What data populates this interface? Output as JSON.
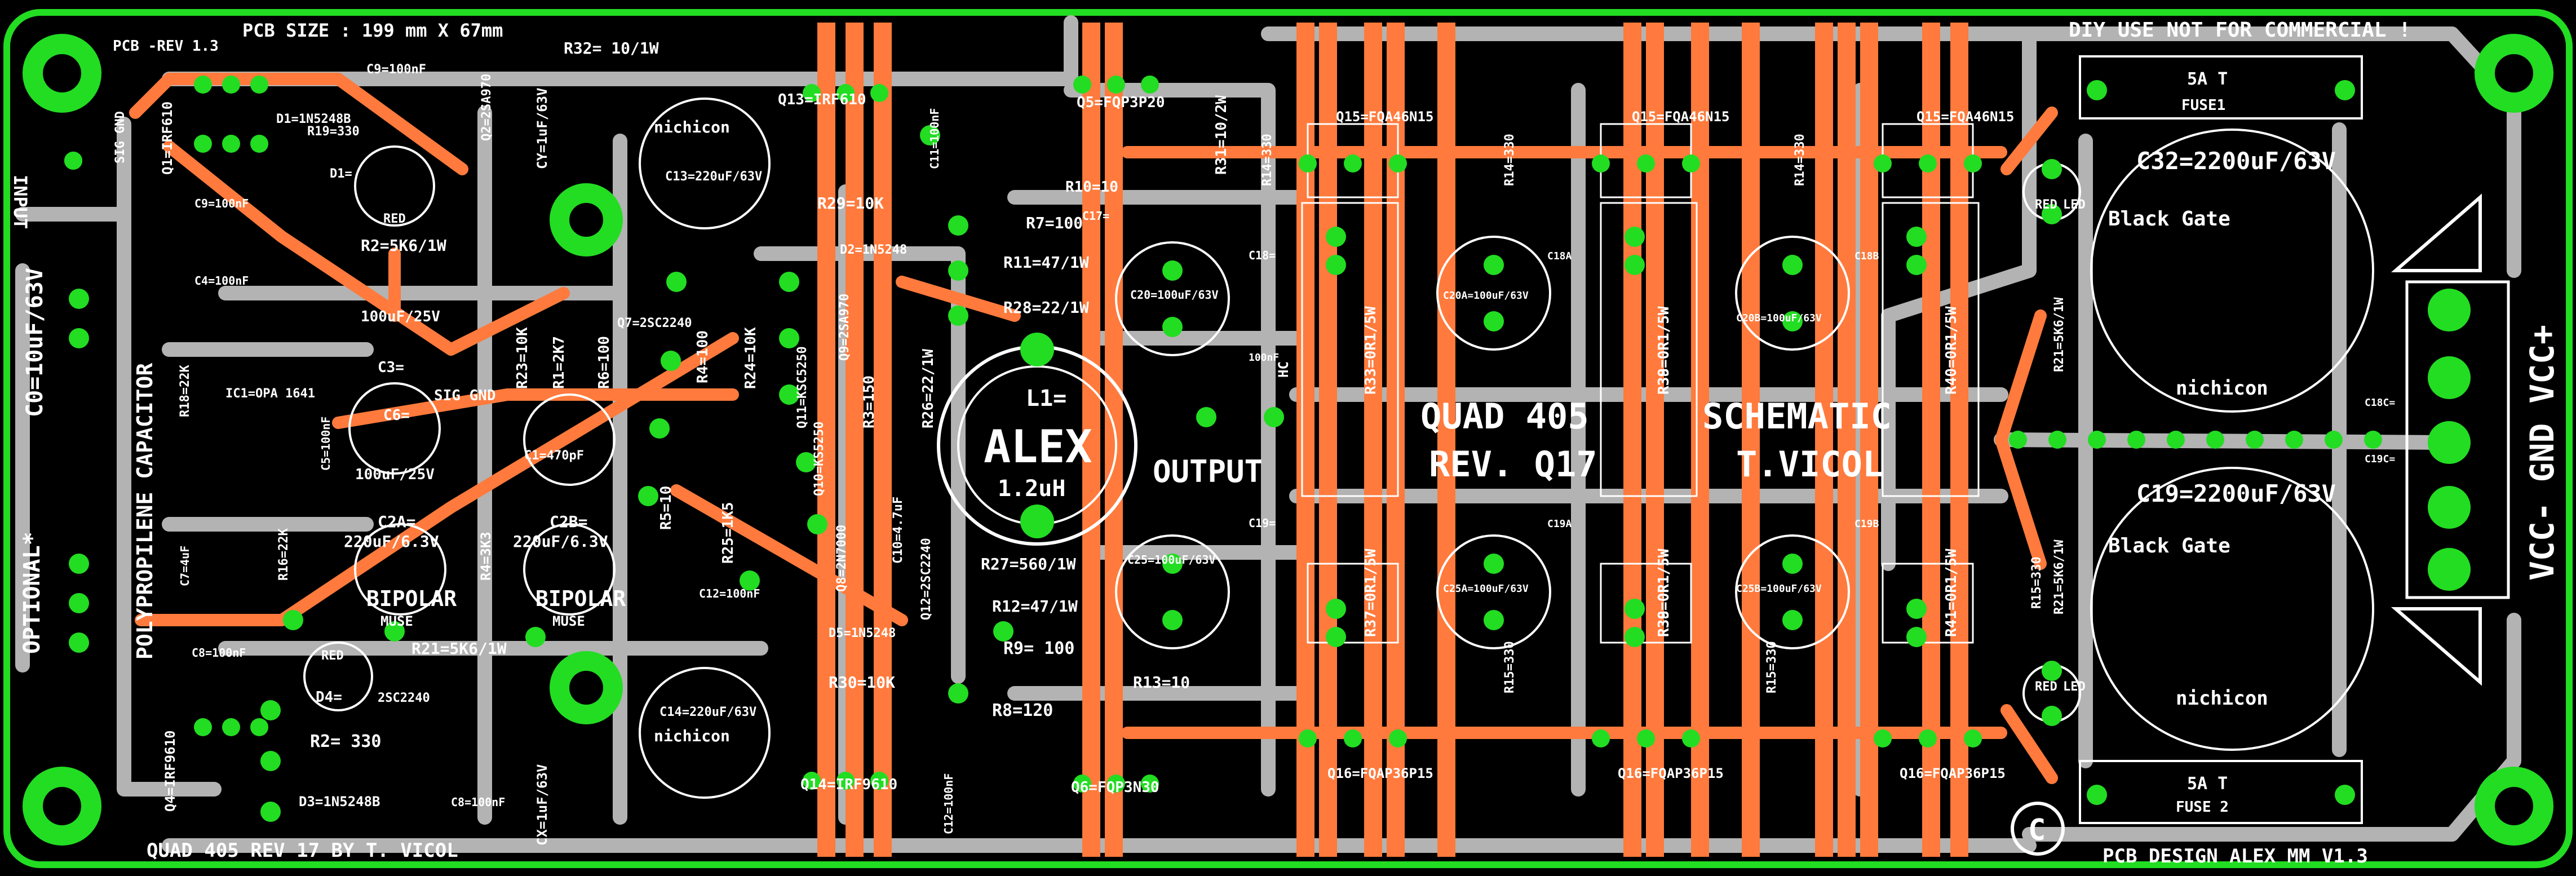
{
  "colors": {
    "background": "#000000",
    "outline": "#22dd22",
    "copper_bottom": "#b3b3b3",
    "copper_top": "#ff7a3c",
    "pad": "#22dd22",
    "silkscreen": "#ffffff"
  },
  "board": {
    "pcb_rev": "PCB -REV 1.3",
    "pcb_size": "PCB SIZE : 199 mm X 67mm",
    "disclaimer": "DIY USE NOT FOR COMMERCIAL !",
    "footer_left": "QUAD 405  REV 17 BY T. VICOL",
    "footer_right": "PCB DESIGN ALEX MM V1.3",
    "center_title_1": "QUAD 405",
    "center_title_2": "REV. Q17",
    "center_schematic_1": "SCHEMATIC",
    "center_schematic_2": "T.VICOL",
    "output_label": "OUTPUT",
    "inductor_label": "L1=",
    "inductor_value": "1.2uH",
    "logo_text": "ALEX",
    "copyright": "C",
    "power_label": "VCC- GND VCC+",
    "input_label": "INPUT",
    "input_pins": "SIG GND",
    "sig_gnd": "SIG GND",
    "optional": "OPTIONAL*",
    "c0": "C0=10uF/63V",
    "polyprop": "POLYPROPILENE CAPACITOR",
    "fuse1_value": "5A T",
    "fuse1_name": "FUSE1",
    "fuse2_value": "5A T",
    "fuse2_name": "FUSE 2",
    "c32": "C32=2200uF/63V",
    "c19": "C19=2200uF/63V",
    "brand_bg": "Black Gate",
    "brand_nichicon": "nichicon",
    "bipolar": "BIPOLAR",
    "muse": "MUSE",
    "red_led": "RED",
    "led": "LED"
  },
  "components": [
    {
      "id": "r32",
      "text": "R32= 10/1W"
    },
    {
      "id": "d1",
      "text": "D1=1N5248B"
    },
    {
      "id": "c9",
      "text": "C9=100nF"
    },
    {
      "id": "q1",
      "text": "Q1=IRF610"
    },
    {
      "id": "r19",
      "text": "R19=330"
    },
    {
      "id": "q2",
      "text": "Q2=2SA970"
    },
    {
      "id": "c9b",
      "text": "C9=100nF"
    },
    {
      "id": "d1b",
      "text": "D1="
    },
    {
      "id": "r2",
      "text": "R2=5K6/1W"
    },
    {
      "id": "c4",
      "text": "C4=100nF"
    },
    {
      "id": "c3",
      "text": "100uF/25V"
    },
    {
      "id": "c3n",
      "text": "C3="
    },
    {
      "id": "ic1",
      "text": "IC1=OPA 1641"
    },
    {
      "id": "r18",
      "text": "R18=22K"
    },
    {
      "id": "c6",
      "text": "C6="
    },
    {
      "id": "c6v",
      "text": "100uF/25V"
    },
    {
      "id": "c5",
      "text": "C5=100nF"
    },
    {
      "id": "c7",
      "text": "C7=4uF"
    },
    {
      "id": "r16",
      "text": "R16=22K"
    },
    {
      "id": "c2a",
      "text": "C2A="
    },
    {
      "id": "c2av",
      "text": "220uF/6.3V"
    },
    {
      "id": "r4k",
      "text": "R4=3K3"
    },
    {
      "id": "c2b",
      "text": "C2B="
    },
    {
      "id": "c2bv",
      "text": "220uF/6.3V"
    },
    {
      "id": "c8",
      "text": "C8=100nF"
    },
    {
      "id": "d4",
      "text": "D4="
    },
    {
      "id": "r21",
      "text": "R21=5K6/1W"
    },
    {
      "id": "q4",
      "text": "Q4=IRF9610"
    },
    {
      "id": "r2b",
      "text": "R2=  330"
    },
    {
      "id": "d3",
      "text": "D3=1N5248B"
    },
    {
      "id": "q3",
      "text": "2SC2240"
    },
    {
      "id": "c8b",
      "text": "C8=100nF"
    },
    {
      "id": "cy",
      "text": "CY=1uF/63V"
    },
    {
      "id": "cx",
      "text": "CX=1uF/63V"
    },
    {
      "id": "c13",
      "text": "C13=220uF/63V"
    },
    {
      "id": "r23",
      "text": "R23=10K"
    },
    {
      "id": "r1",
      "text": "R1=2K7"
    },
    {
      "id": "r6",
      "text": "R6=100"
    },
    {
      "id": "q7",
      "text": "Q7=2SC2240"
    },
    {
      "id": "c1",
      "text": "C1=470pF"
    },
    {
      "id": "r4",
      "text": "R4=100"
    },
    {
      "id": "r24",
      "text": "R24=10K"
    },
    {
      "id": "r5",
      "text": "R5=10"
    },
    {
      "id": "r25",
      "text": "R25=1K5"
    },
    {
      "id": "q13",
      "text": "Q13=IRF610"
    },
    {
      "id": "c11",
      "text": "C11=100nF"
    },
    {
      "id": "r29",
      "text": "R29=10K"
    },
    {
      "id": "d2",
      "text": "D2=1N5248"
    },
    {
      "id": "q9",
      "text": "Q9=2SA970"
    },
    {
      "id": "q11",
      "text": "Q11=KSC5250"
    },
    {
      "id": "r3",
      "text": "R3=150"
    },
    {
      "id": "q10",
      "text": "Q10=KS5250"
    },
    {
      "id": "q8",
      "text": "Q8=2N7000"
    },
    {
      "id": "r26",
      "text": "R26=22/1W"
    },
    {
      "id": "c12",
      "text": "C12=100nF"
    },
    {
      "id": "c14",
      "text": "C14=220uF/63V"
    },
    {
      "id": "d5",
      "text": "D5=1N5248"
    },
    {
      "id": "r30",
      "text": "R30=10K"
    },
    {
      "id": "q14",
      "text": "Q14=IRF9610"
    },
    {
      "id": "c12b",
      "text": "C12=100nF"
    },
    {
      "id": "c10",
      "text": "C10=4.7uF"
    },
    {
      "id": "q12",
      "text": "Q12=2SC2240"
    },
    {
      "id": "q5",
      "text": "Q5=FQP3P20"
    },
    {
      "id": "r10",
      "text": "R10=10"
    },
    {
      "id": "r31",
      "text": "R31=10/2W"
    },
    {
      "id": "r7",
      "text": "R7=100"
    },
    {
      "id": "c17",
      "text": "C17="
    },
    {
      "id": "r11",
      "text": "R11=47/1W"
    },
    {
      "id": "r28",
      "text": "R28=22/1W"
    },
    {
      "id": "c20",
      "text": "C20=100uF/63V"
    },
    {
      "id": "c25",
      "text": "C25=100uF/63V"
    },
    {
      "id": "r27",
      "text": "R27=560/1W"
    },
    {
      "id": "r12",
      "text": "R12=47/1W"
    },
    {
      "id": "r9",
      "text": "R9= 100"
    },
    {
      "id": "r13",
      "text": "R13=10"
    },
    {
      "id": "r8",
      "text": "R8=120"
    },
    {
      "id": "q6",
      "text": "Q6=FQP3N30"
    },
    {
      "id": "q15a",
      "text": "Q15=FQA46N15"
    },
    {
      "id": "q15b",
      "text": "Q15=FQA46N15"
    },
    {
      "id": "q15c",
      "text": "Q15=FQA46N15"
    },
    {
      "id": "r14a",
      "text": "R14=330"
    },
    {
      "id": "r14b",
      "text": "R14=330"
    },
    {
      "id": "r14c",
      "text": "R14=330"
    },
    {
      "id": "r33",
      "text": "R33=0R1/5W"
    },
    {
      "id": "r38a",
      "text": "R38=0R1/5W"
    },
    {
      "id": "r38b",
      "text": "R38=0R1/5W"
    },
    {
      "id": "r40",
      "text": "R40=0R1/5W"
    },
    {
      "id": "r37",
      "text": "R37=0R1/5W"
    },
    {
      "id": "r39",
      "text": "R39=0R1/5W"
    },
    {
      "id": "r39b",
      "text": "R39=0R1/5W"
    },
    {
      "id": "r41",
      "text": "R41=0R1/5W"
    },
    {
      "id": "c20a",
      "text": "C20A=100uF/63V"
    },
    {
      "id": "c20b",
      "text": "C20B=100uF/63V"
    },
    {
      "id": "c25a",
      "text": "C25A=100uF/63V"
    },
    {
      "id": "c25b",
      "text": "C25B=100uF/63V"
    },
    {
      "id": "c18a",
      "text": "C18A"
    },
    {
      "id": "c18b",
      "text": "C18B"
    },
    {
      "id": "c19a",
      "text": "C19A"
    },
    {
      "id": "c19b",
      "text": "C19B"
    },
    {
      "id": "c18",
      "text": "C18="
    },
    {
      "id": "c19s",
      "text": "C19="
    },
    {
      "id": "r15a",
      "text": "R15=330"
    },
    {
      "id": "r15b",
      "text": "R15=330"
    },
    {
      "id": "r15c",
      "text": "R15=330"
    },
    {
      "id": "q16a",
      "text": "Q16=FQAP36P15"
    },
    {
      "id": "q16b",
      "text": "Q16=FQAP36P15"
    },
    {
      "id": "q16c",
      "text": "Q16=FQAP36P15"
    },
    {
      "id": "r21b",
      "text": "R21=5K6/1W"
    },
    {
      "id": "r21c",
      "text": "R21=5K6/1W"
    },
    {
      "id": "c18c",
      "text": "C18C="
    },
    {
      "id": "c19c",
      "text": "C19C="
    },
    {
      "id": "n100",
      "text": "100nF"
    },
    {
      "id": "hc",
      "text": "HC"
    }
  ]
}
